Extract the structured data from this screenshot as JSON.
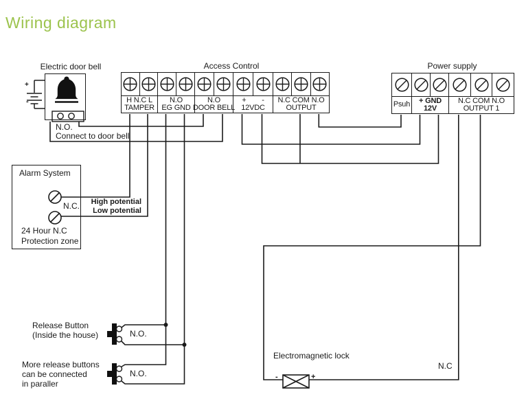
{
  "page": {
    "title": "Wiring diagram"
  },
  "colors": {
    "title_green": "#9cc34d",
    "line": "#1a1a1a",
    "potential_text": "#4a4a4a"
  },
  "door_bell": {
    "label": "Electric door bell",
    "battery_plus": "+",
    "battery_minus": "-",
    "no_label": "N.O.",
    "connect_label": "Connect to door bell"
  },
  "access_control": {
    "title": "Access Control",
    "sections": [
      {
        "top": "H N.C L",
        "bottom": "TAMPER",
        "screws": 2
      },
      {
        "top": "N.O",
        "bottom": "EG GND",
        "screws": 2
      },
      {
        "top": "N.O",
        "bottom": "DOOR BELL",
        "screws": 2
      },
      {
        "top": "+        -",
        "bottom": "12VDC",
        "screws": 2
      },
      {
        "top": "N.C COM N.O",
        "bottom": "OUTPUT",
        "screws": 3
      }
    ]
  },
  "power_supply": {
    "title": "Power supply",
    "sections": [
      {
        "top": "Psuh",
        "bottom": "",
        "screws": 1
      },
      {
        "top": "+ GND",
        "bottom": "12V",
        "screws": 2
      },
      {
        "top": "N.C COM N.O",
        "bottom": "OUTPUT 1",
        "screws": 3
      }
    ]
  },
  "alarm_system": {
    "title": "Alarm System",
    "nc_label": "N.C.",
    "zone_line1": "24 Hour N.C",
    "zone_line2": "Protection zone",
    "high_potential": "High potential",
    "low_potential": "Low potential"
  },
  "release_buttons": {
    "first_line1": "Release Button",
    "first_line2": "(Inside the house)",
    "first_no": "N.O.",
    "second_line1": "More release buttons",
    "second_line2": "can be connected",
    "second_line3": "in paraller",
    "second_no": "N.O."
  },
  "lock": {
    "label": "Electromagnetic lock",
    "nc_label": "N.C",
    "minus": "-",
    "plus": "+"
  }
}
